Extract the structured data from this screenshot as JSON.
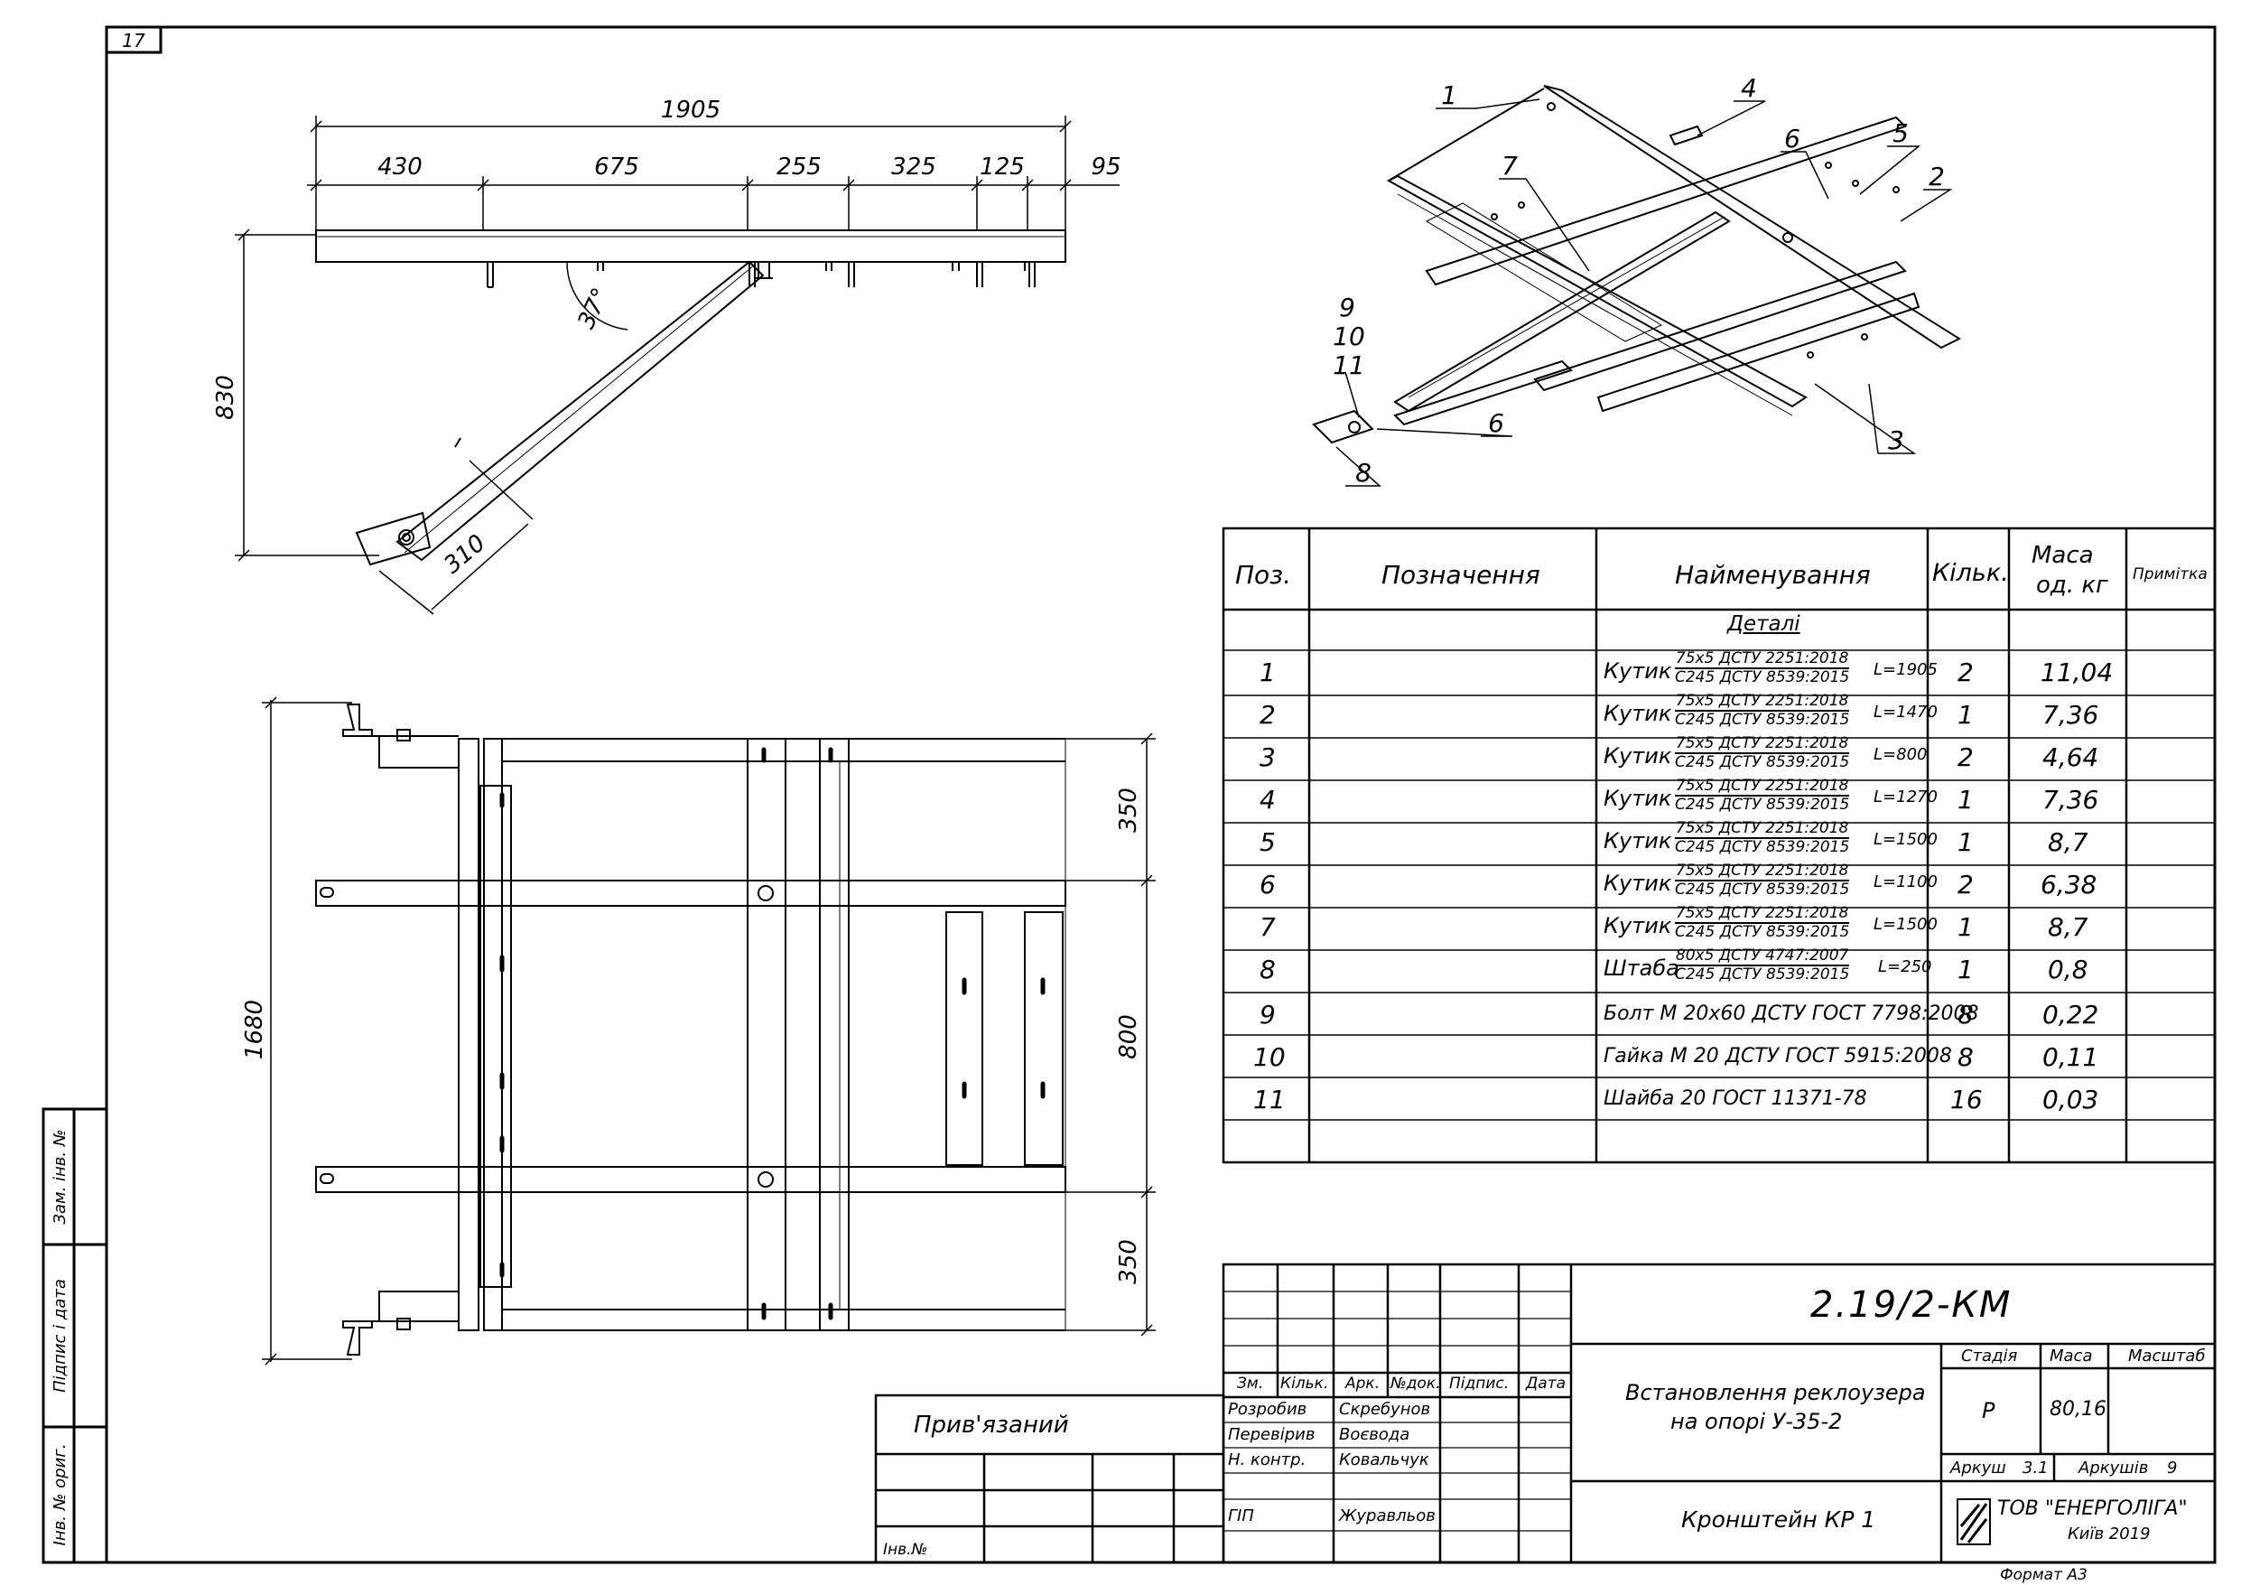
{
  "sheet_corner_number": "17",
  "elevation": {
    "dimensions": {
      "total": "1905",
      "seg1": "430",
      "seg2": "675",
      "seg3": "255",
      "seg4": "325",
      "seg5": "125",
      "seg6": "95",
      "height": "830",
      "brace": "310",
      "angle": "37°"
    }
  },
  "plan": {
    "dimensions": {
      "total": "1680",
      "top": "350",
      "middle": "800",
      "bottom": "350"
    }
  },
  "isometric": {
    "callouts": [
      "1",
      "4",
      "6",
      "5",
      "7",
      "2",
      "9",
      "10",
      "11",
      "6",
      "8",
      "3"
    ]
  },
  "spec_table": {
    "headers": {
      "pos": "Поз.",
      "designation": "Позначення",
      "name": "Найменування",
      "qty": "Кільк.",
      "mass_line1": "Маса",
      "mass_line2": "од. кг",
      "note": "Примітка"
    },
    "section_title": "Деталі",
    "rows": [
      {
        "pos": "1",
        "word": "Кутик",
        "num": "75x5 ДСТУ 2251:2018",
        "den": "С245 ДСТУ 8539:2015",
        "length": "L=1905",
        "qty": "2",
        "mass": "11,04"
      },
      {
        "pos": "2",
        "word": "Кутик",
        "num": "75x5 ДСТУ 2251:2018",
        "den": "С245 ДСТУ 8539:2015",
        "length": "L=1470",
        "qty": "1",
        "mass": "7,36"
      },
      {
        "pos": "3",
        "word": "Кутик",
        "num": "75x5 ДСТУ 2251:2018",
        "den": "С245 ДСТУ 8539:2015",
        "length": "L=800",
        "qty": "2",
        "mass": "4,64"
      },
      {
        "pos": "4",
        "word": "Кутик",
        "num": "75x5 ДСТУ 2251:2018",
        "den": "С245 ДСТУ 8539:2015",
        "length": "L=1270",
        "qty": "1",
        "mass": "7,36"
      },
      {
        "pos": "5",
        "word": "Кутик",
        "num": "75x5 ДСТУ 2251:2018",
        "den": "С245 ДСТУ 8539:2015",
        "length": "L=1500",
        "qty": "1",
        "mass": "8,7"
      },
      {
        "pos": "6",
        "word": "Кутик",
        "num": "75x5 ДСТУ 2251:2018",
        "den": "С245 ДСТУ 8539:2015",
        "length": "L=1100",
        "qty": "2",
        "mass": "6,38"
      },
      {
        "pos": "7",
        "word": "Кутик",
        "num": "75x5 ДСТУ 2251:2018",
        "den": "С245 ДСТУ 8539:2015",
        "length": "L=1500",
        "qty": "1",
        "mass": "8,7"
      },
      {
        "pos": "8",
        "word": "Штаба",
        "num": "80x5 ДСТУ 4747:2007",
        "den": "С245 ДСТУ 8539:2015",
        "length": "L=250",
        "qty": "1",
        "mass": "0,8"
      },
      {
        "pos": "9",
        "text": "Болт М 20x60 ДСТУ ГОСТ 7798:2008",
        "qty": "8",
        "mass": "0,22"
      },
      {
        "pos": "10",
        "text": "Гайка М 20 ДСТУ ГОСТ 5915:2008",
        "qty": "8",
        "mass": "0,11"
      },
      {
        "pos": "11",
        "text": "Шайба 20 ГОСТ 11371-78",
        "qty": "16",
        "mass": "0,03"
      }
    ]
  },
  "title_block": {
    "drawing_number": "2.19/2-КМ",
    "project_title_line1": "Встановлення реклоузера",
    "project_title_line2": "на опорі У-35-2",
    "sheet_title": "Кронштейн КР 1",
    "rev_headers": [
      "Зм.",
      "Кільк.",
      "Арк.",
      "№док.",
      "Підпис.",
      "Дата"
    ],
    "roles": [
      {
        "role": "Розробив",
        "name": "Скребунов"
      },
      {
        "role": "Перевірив",
        "name": "Воєвода"
      },
      {
        "role": "Н. контр.",
        "name": "Ковальчук"
      },
      {
        "role": "",
        "name": ""
      },
      {
        "role": "ГІП",
        "name": "Журавльов"
      }
    ],
    "stage_label": "Стадія",
    "mass_label": "Маса",
    "scale_label": "Масштаб",
    "stage": "Р",
    "mass": "80,16",
    "sheet_label": "Аркуш",
    "sheet": "3.1",
    "sheets_label": "Аркушів",
    "sheets": "9",
    "company": "ТОВ \"ЕНЕРГОЛІГА\"",
    "city_year": "Київ 2019",
    "format": "Формат А3",
    "linked": "Прив'язаний",
    "inv_no": "Інв.№"
  },
  "side_stamp": {
    "zam_inv": "Зам. інв. №",
    "signature_date": "Підпис і дата",
    "inv_orig": "Інв. № ориг."
  }
}
